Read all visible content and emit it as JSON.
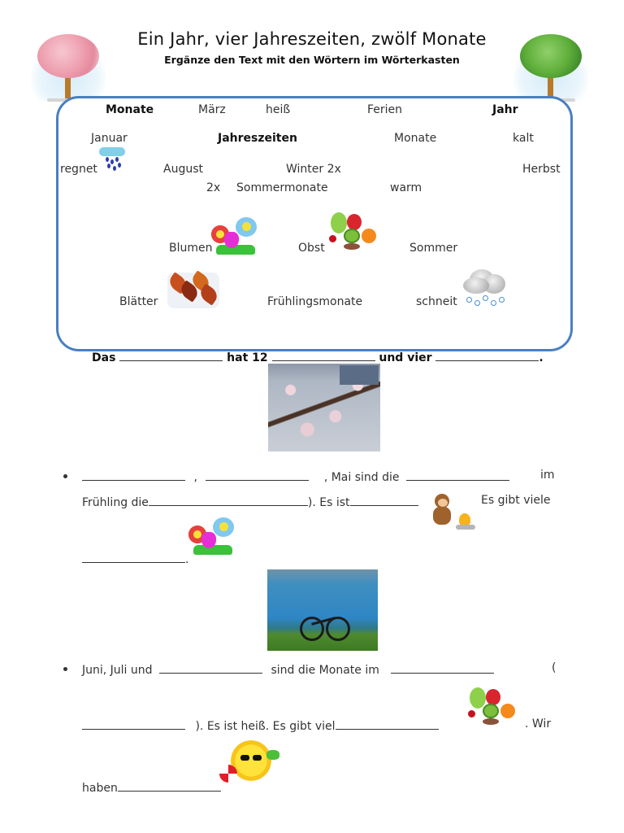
{
  "header": {
    "title": "Ein Jahr, vier Jahreszeiten, zwölf Monate",
    "subtitle": "Ergänze den Text mit den Wörtern im Wörterkasten"
  },
  "illustrations": {
    "left_tree": "cherry-blossom-tree",
    "right_tree": "green-tree"
  },
  "word_box": {
    "border_color": "#4a7fc1",
    "words": [
      {
        "text": "Monate",
        "bold": true
      },
      {
        "text": "März",
        "bold": false
      },
      {
        "text": "heiß",
        "bold": false
      },
      {
        "text": "Ferien",
        "bold": false
      },
      {
        "text": "Jahr",
        "bold": true
      },
      {
        "text": "Januar",
        "bold": false
      },
      {
        "text": "Jahreszeiten",
        "bold": true
      },
      {
        "text": "Monate",
        "bold": false
      },
      {
        "text": "kalt",
        "bold": false
      },
      {
        "text": "regnet",
        "bold": false,
        "icon": "rain-cloud-icon"
      },
      {
        "text": "August",
        "bold": false
      },
      {
        "text": "Winter 2x",
        "bold": false
      },
      {
        "text": "Herbst",
        "bold": false
      },
      {
        "text": "2x",
        "bold": false
      },
      {
        "text": "Sommermonate",
        "bold": false
      },
      {
        "text": "warm",
        "bold": false
      },
      {
        "text": "Blumen",
        "bold": false,
        "icon": "flowers-icon"
      },
      {
        "text": "Obst",
        "bold": false,
        "icon": "fruit-icon"
      },
      {
        "text": "Sommer",
        "bold": false
      },
      {
        "text": "Blätter",
        "bold": false,
        "icon": "autumn-leaves-icon"
      },
      {
        "text": "Frühlingsmonate",
        "bold": false
      },
      {
        "text": "schneit",
        "bold": false,
        "icon": "snow-cloud-icon"
      }
    ]
  },
  "intro_sentence": {
    "part1": "Das",
    "part2": "hat 12",
    "part3": "und vier",
    "end": "."
  },
  "photos": {
    "spring": "cherry-blossom-photo",
    "summer": "bicycle-lake-photo"
  },
  "exercise": {
    "spring": {
      "line1_comma": ",",
      "line1_mid": ", Mai sind die",
      "line1_end": "im",
      "line2_start": "Frühling die",
      "line2_mid": "). Es ist",
      "line2_end": "Es gibt viele",
      "line3_end": "."
    },
    "summer": {
      "line1_start": "Juni, Juli und",
      "line1_mid": "sind die Monate im",
      "line1_end": "(",
      "line2_mid": "). Es ist heiß. Es gibt viel",
      "line2_end": ". Wir",
      "line3_start": "haben"
    }
  }
}
